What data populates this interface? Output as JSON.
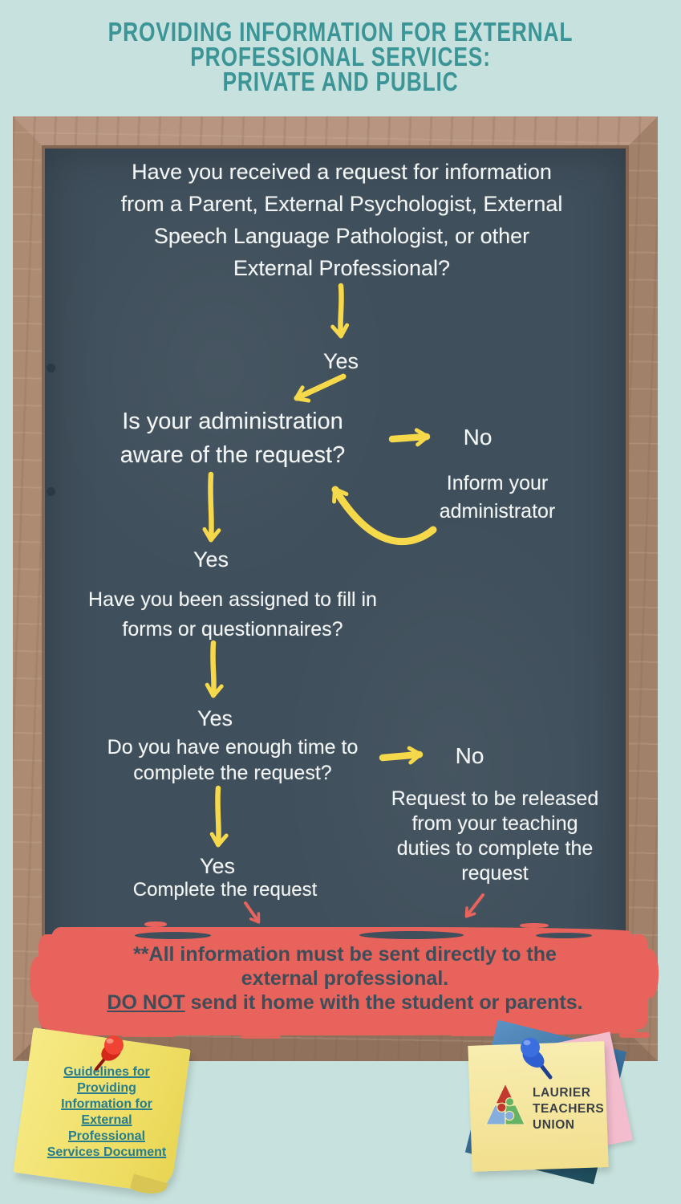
{
  "title": {
    "line1": "PROVIDING INFORMATION FOR EXTERNAL",
    "line2": "PROFESSIONAL SERVICES:",
    "line3": "PRIVATE AND PUBLIC"
  },
  "flow": {
    "q1": {
      "line1": "Have you received a request for information",
      "line2": "from a Parent, External Psychologist, External",
      "line3": "Speech Language Pathologist, or other",
      "line4": "External Professional?"
    },
    "yes1": "Yes",
    "q2": {
      "line1": "Is your administration",
      "line2": "aware of the request?"
    },
    "no1": "No",
    "no1_action": {
      "line1": "Inform your",
      "line2": "administrator"
    },
    "yes2": "Yes",
    "q3": {
      "line1": "Have you been assigned to fill in",
      "line2": "forms or questionnaires?"
    },
    "yes3": "Yes",
    "q4": {
      "line1": "Do you have enough time to",
      "line2": "complete the request?"
    },
    "no2": "No",
    "no2_action": {
      "line1": "Request to be released",
      "line2": "from your teaching",
      "line3": "duties to complete the",
      "line4": "request"
    },
    "yes4": "Yes",
    "yes4_action": "Complete the request"
  },
  "banner": {
    "line1": "**All information must be sent directly to the",
    "line2": "external professional.",
    "line3_emph": "DO NOT",
    "line3_rest": " send it home with the student or parents."
  },
  "notes": {
    "guidelines_link": {
      "line1": "Guidelines for",
      "line2": "Providing",
      "line3": "Information for",
      "line4": "External",
      "line5": "Professional",
      "line6": "Services Document"
    },
    "union": {
      "line1": "LAURIER",
      "line2": "TEACHERS",
      "line3": "UNION"
    }
  },
  "colors": {
    "background": "#c7e2de",
    "title_teal": "#3b9597",
    "board_slate": "#3f4f5b",
    "frame_wood": "#ad8b73",
    "chalk_white": "#f3f6f5",
    "arrow_yellow": "#f6d84b",
    "banner_red": "#e7635b",
    "link_teal": "#277d8e",
    "note_yellow": "#f0e06e",
    "logo_red": "#c23a2f",
    "logo_blue": "#85aede",
    "logo_green": "#66b366"
  }
}
